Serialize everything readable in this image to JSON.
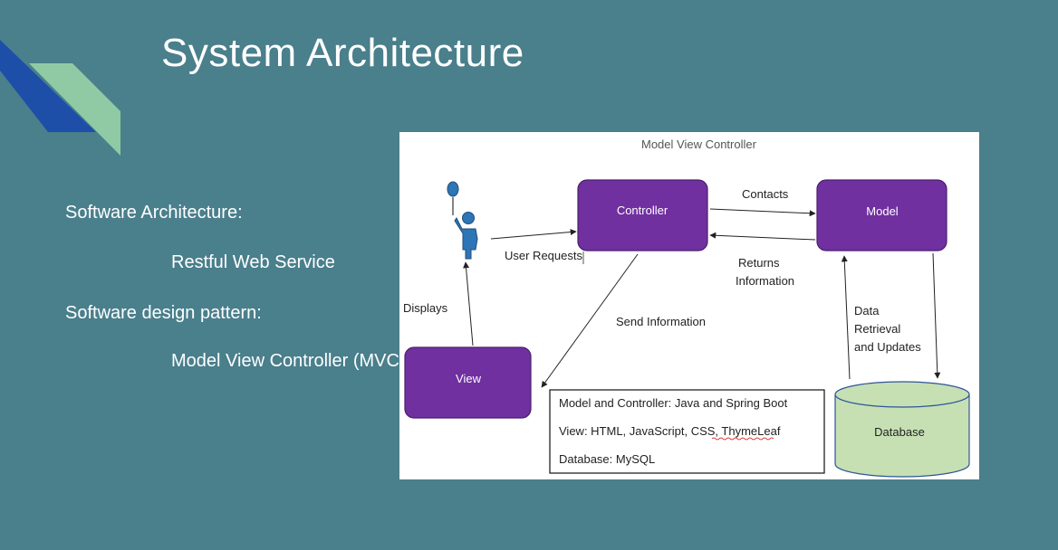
{
  "slide": {
    "title": "System Architecture",
    "bullets": [
      "Software Architecture:",
      "Restful Web Service",
      "Software design pattern:",
      "Model View Controller (MVC)"
    ]
  },
  "colors": {
    "background": "#4a7f8c",
    "accent_blue": "#1e4fa8",
    "accent_green": "#8fcaa4",
    "component_purple": "#7030a0",
    "database_green": "#c6e0b4",
    "person_blue": "#2e75b6"
  },
  "diagram": {
    "title": "Model View Controller",
    "controller_label": "Controller",
    "model_label": "Model",
    "view_label": "View",
    "database_label": "Database",
    "edge_labels": {
      "contacts": "Contacts",
      "returns_1": "Returns",
      "returns_2": "Information",
      "user_requests": "User Requests",
      "displays": "Displays",
      "send_information": "Send Information",
      "data_1": "Data",
      "data_2": "Retrieval",
      "data_3": "and Updates"
    },
    "legend": [
      "Model and Controller: Java and Spring Boot",
      "View: HTML, JavaScript, CSS, ThymeLeaf",
      "Database: MySQL"
    ],
    "icons": {
      "user": "person-holding-balloon-icon"
    }
  }
}
